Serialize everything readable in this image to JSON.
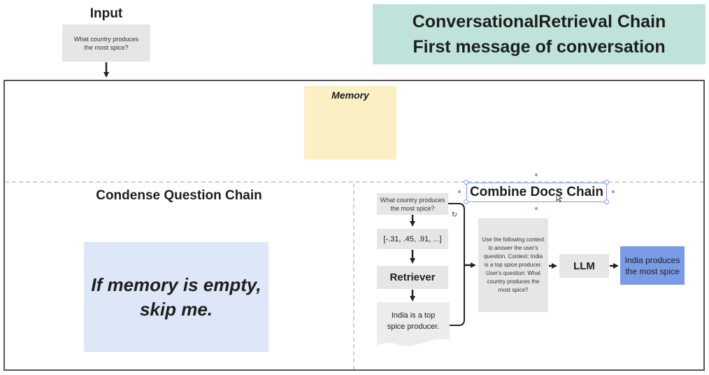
{
  "header": {
    "input_label": "Input",
    "input_question": "What country produces the most spice?",
    "title_line1": "ConversationalRetrieval Chain",
    "title_line2": "First message of conversation"
  },
  "memory": {
    "label": "Memory"
  },
  "condense": {
    "title": "Condense Question Chain",
    "note_line1": "If memory is empty,",
    "note_line2": "skip me."
  },
  "combine": {
    "title": "Combine Docs Chain",
    "question": "What country produces the most spice?",
    "embedding": "[-.31, .45, .91, ...]",
    "retriever": "Retriever",
    "document": "India is a top spice producer.",
    "prompt": "Use the following context to answer the user's question. Context: India is a top spice producer. User's question: What country produces the most spice?",
    "llm": "LLM",
    "answer": "India produces the most spice"
  },
  "colors": {
    "title_bg": "#bfe3da",
    "memory_note": "#faf0c4",
    "condense_note": "#dde7f7",
    "gray_box": "#e6e6e6",
    "answer_bg": "#7a9be6",
    "selection": "#7f9cf5"
  }
}
